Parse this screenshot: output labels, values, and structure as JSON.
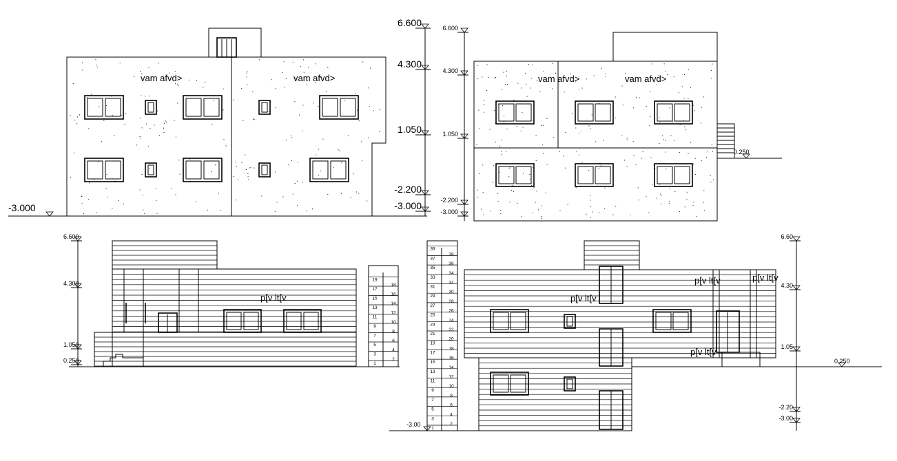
{
  "drawing": {
    "elevation_1": {
      "levels": [
        "6.600",
        "4.300",
        "1.050",
        "-2.200",
        "-3.000"
      ],
      "left_level": "-3.000",
      "labels": [
        "vam afvd>",
        "vam afvd>"
      ]
    },
    "elevation_2": {
      "levels": [
        "6.600",
        "4.300",
        "1.050",
        "-2.200",
        "-3.000"
      ],
      "side_level": "0.250",
      "labels": [
        "vam afvd>",
        "vam afvd>"
      ]
    },
    "elevation_3": {
      "levels": [
        "6.600",
        "4.300",
        "1.050",
        "0.250"
      ],
      "labels": [
        "p[v lt[v"
      ],
      "stair_numbers_left": [
        "1",
        "3",
        "5",
        "7",
        "9",
        "11",
        "13",
        "15",
        "17",
        "19"
      ],
      "stair_numbers_right": [
        "2",
        "4",
        "6",
        "8",
        "10",
        "12",
        "14",
        "16",
        "18"
      ]
    },
    "elevation_4": {
      "levels": [
        "6.60",
        "4.30",
        "1.05",
        "-2.20",
        "-3.00"
      ],
      "left_level": "-3.00",
      "side_level": "0.250",
      "labels": [
        "p[v lt[v",
        "p[v lt[v",
        "p[v lt[v",
        "p[v lt[v"
      ],
      "stair_numbers_left": [
        "1",
        "3",
        "5",
        "7",
        "9",
        "11",
        "13",
        "15",
        "17",
        "19",
        "21",
        "23",
        "25",
        "27",
        "29",
        "31",
        "33",
        "35",
        "37",
        "39"
      ],
      "stair_numbers_right": [
        "2",
        "4",
        "6",
        "8",
        "10",
        "12",
        "14",
        "16",
        "18",
        "20",
        "22",
        "24",
        "26",
        "28",
        "30",
        "32",
        "34",
        "36",
        "38"
      ]
    }
  }
}
